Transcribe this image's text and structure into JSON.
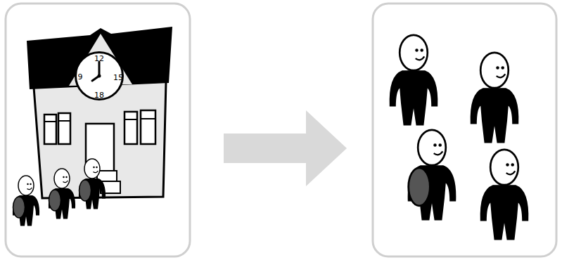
{
  "diagram": {
    "nodes": [
      {
        "text": [
          "12",
          "9",
          "15",
          "18"
        ]
      }
    ]
  }
}
